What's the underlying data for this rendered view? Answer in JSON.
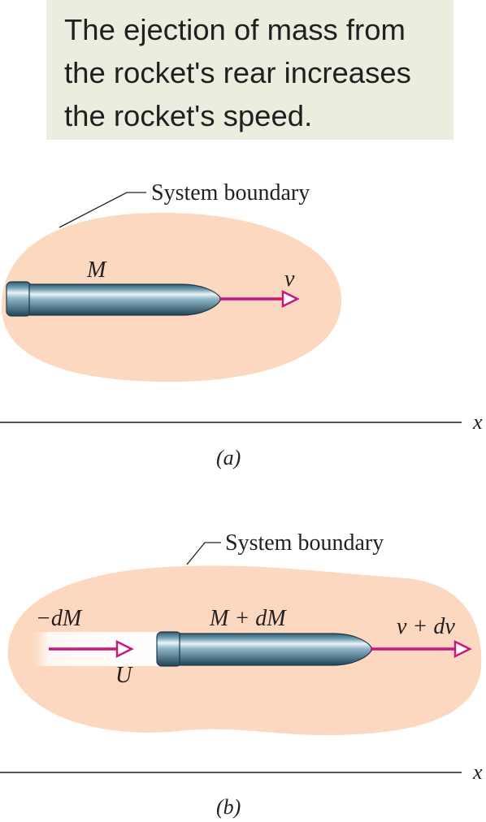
{
  "caption": {
    "lines": [
      "The ejection of mass from",
      "the rocket's rear increases",
      "the rocket's speed."
    ]
  },
  "panel_a": {
    "boundary_label": "System boundary",
    "mass_label": "M",
    "velocity_label": "v",
    "axis_label": "x",
    "panel_label": "(a)"
  },
  "panel_b": {
    "boundary_label": "System boundary",
    "ejected_mass_label": "−dM",
    "exhaust_velocity_label": "U",
    "mass_label": "M + dM",
    "velocity_label": "v + dv",
    "axis_label": "x",
    "panel_label": "(b)"
  },
  "colors": {
    "boundary_fill": "#fbd8bf",
    "arrow": "#c8187f",
    "rocket_body": "#6a97aa",
    "caption_bg": "#e9eede"
  }
}
